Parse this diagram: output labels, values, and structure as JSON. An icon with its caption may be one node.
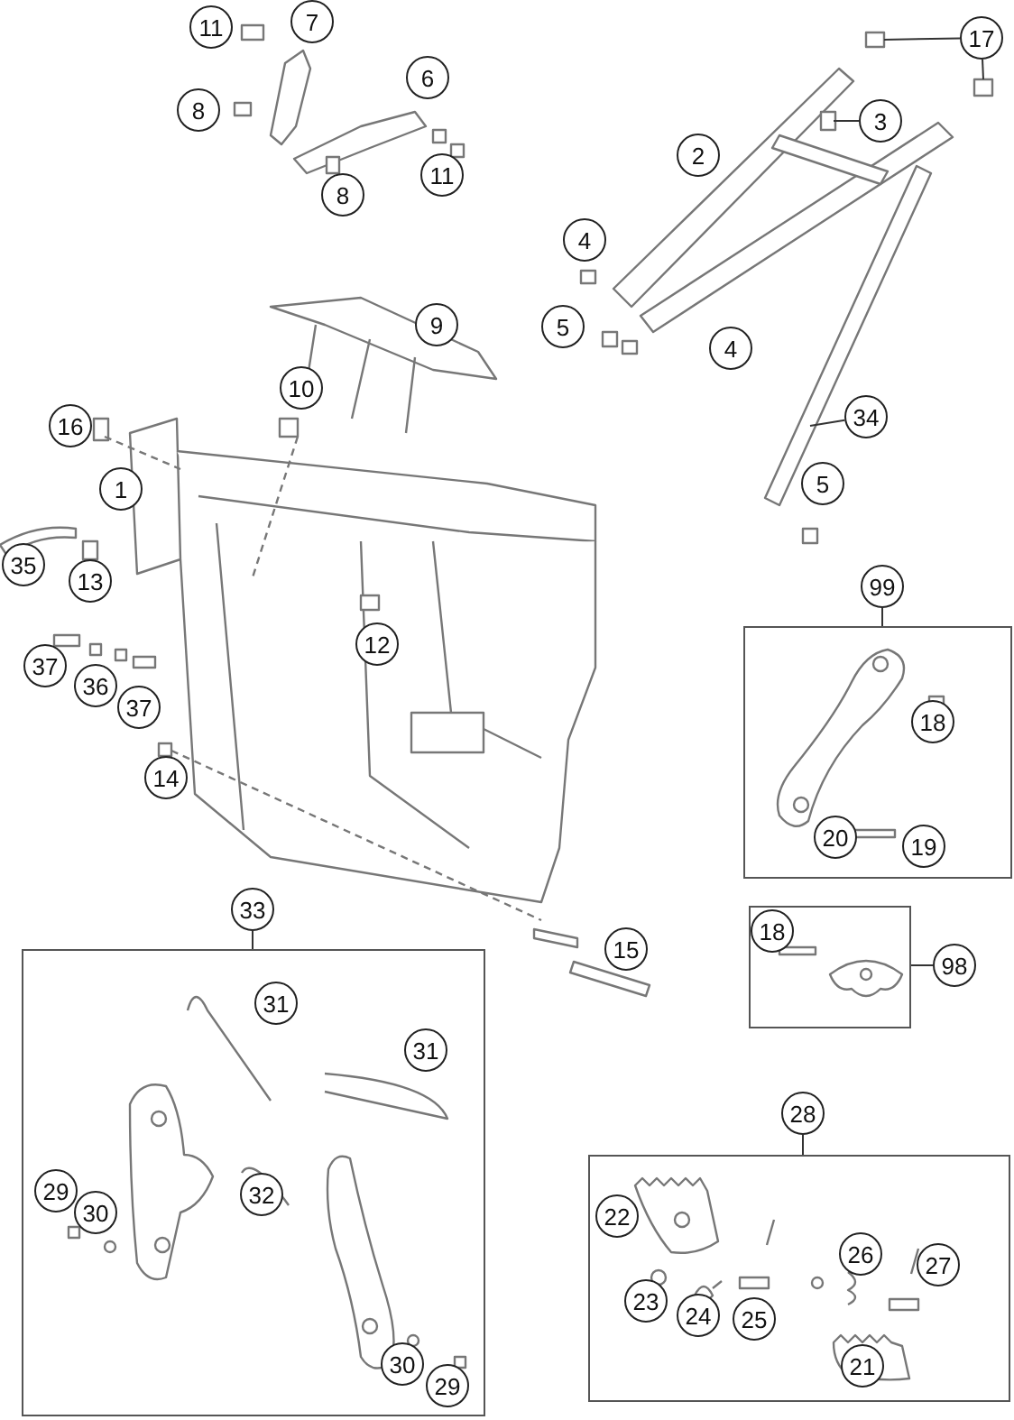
{
  "diagram": {
    "nodes": [
      {
        "text": [
          "11"
        ]
      },
      {
        "text": [
          "7"
        ]
      },
      {
        "text": [
          "17"
        ]
      },
      {
        "text": [
          "6"
        ]
      },
      {
        "text": [
          "3"
        ]
      },
      {
        "text": [
          "8"
        ]
      },
      {
        "text": [
          "2"
        ]
      },
      {
        "text": [
          "11"
        ]
      },
      {
        "text": [
          "8"
        ]
      },
      {
        "text": [
          "4"
        ]
      },
      {
        "text": [
          "5"
        ]
      },
      {
        "text": [
          "9"
        ]
      },
      {
        "text": [
          "4"
        ]
      },
      {
        "text": [
          "10"
        ]
      },
      {
        "text": [
          "16"
        ]
      },
      {
        "text": [
          "34"
        ]
      },
      {
        "text": [
          "1"
        ]
      },
      {
        "text": [
          "5"
        ]
      },
      {
        "text": [
          "35"
        ]
      },
      {
        "text": [
          "13"
        ]
      },
      {
        "text": [
          "99"
        ]
      },
      {
        "text": [],
        "shape": "box"
      },
      {
        "text": [
          "12"
        ]
      },
      {
        "text": [
          "18"
        ],
        "in": 21
      },
      {
        "text": [
          "37"
        ]
      },
      {
        "text": [
          "36"
        ]
      },
      {
        "text": [
          "37"
        ]
      },
      {
        "text": [
          "14"
        ]
      },
      {
        "text": [
          "20"
        ],
        "in": 21
      },
      {
        "text": [
          "19"
        ],
        "in": 21
      },
      {
        "text": [
          "33"
        ]
      },
      {
        "text": [],
        "shape": "box"
      },
      {
        "text": [
          "15"
        ]
      },
      {
        "text": [],
        "shape": "box"
      },
      {
        "text": [
          "18"
        ],
        "in": 33
      },
      {
        "text": [
          "98"
        ]
      },
      {
        "text": [
          "31"
        ],
        "in": 31
      },
      {
        "text": [
          "31"
        ],
        "in": 31
      },
      {
        "text": [
          "28"
        ]
      },
      {
        "text": [],
        "shape": "box"
      },
      {
        "text": [
          "22"
        ],
        "in": 39
      },
      {
        "text": [
          "32"
        ],
        "in": 31
      },
      {
        "text": [
          "29"
        ],
        "in": 31
      },
      {
        "text": [
          "30"
        ],
        "in": 31
      },
      {
        "text": [
          "26"
        ],
        "in": 39
      },
      {
        "text": [
          "27"
        ],
        "in": 39
      },
      {
        "text": [
          "23"
        ],
        "in": 39
      },
      {
        "text": [
          "24"
        ],
        "in": 39
      },
      {
        "text": [
          "25"
        ],
        "in": 39
      },
      {
        "text": [
          "21"
        ],
        "in": 39
      },
      {
        "text": [
          "30"
        ],
        "in": 31
      },
      {
        "text": [
          "29"
        ],
        "in": 31
      }
    ],
    "edges": [
      {
        "from": 2,
        "to": null,
        "arrow": "none"
      },
      {
        "from": 2,
        "to": null,
        "arrow": "none"
      },
      {
        "from": 4,
        "to": null,
        "arrow": "none"
      },
      {
        "from": 15,
        "to": null,
        "arrow": "none"
      },
      {
        "from": 20,
        "to": 21,
        "arrow": "none"
      },
      {
        "from": 30,
        "to": 31,
        "arrow": "none"
      },
      {
        "from": 35,
        "to": 33,
        "arrow": "none"
      },
      {
        "from": 38,
        "to": 39,
        "arrow": "none"
      }
    ]
  }
}
